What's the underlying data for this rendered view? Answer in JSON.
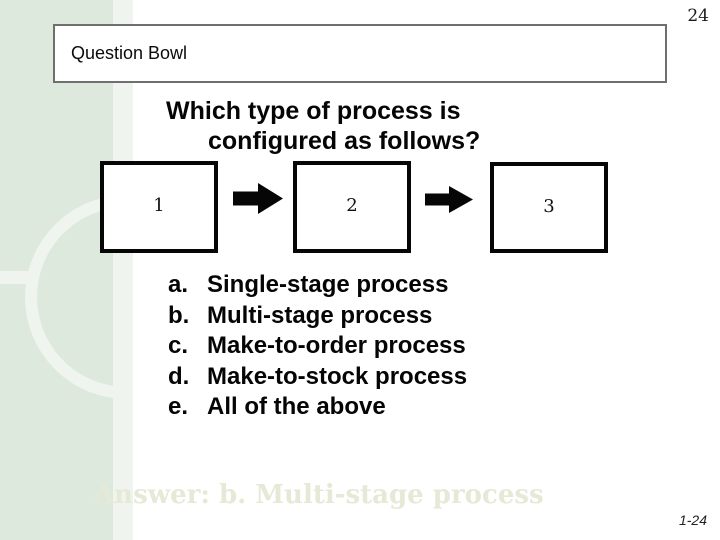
{
  "slide": {
    "number_top_right": "24",
    "footer_page": "1-24"
  },
  "title_bar": {
    "label": "Question Bowl"
  },
  "question": {
    "line1": "Which type of process is",
    "line2": "configured as follows?"
  },
  "diagram": {
    "description": "three-stage process flow",
    "stages": [
      {
        "label": "1"
      },
      {
        "label": "2"
      },
      {
        "label": "3"
      }
    ],
    "connector_icon": "right-arrow"
  },
  "options": [
    {
      "letter": "a.",
      "text": "Single-stage process"
    },
    {
      "letter": "b.",
      "text": "Multi-stage process"
    },
    {
      "letter": "c.",
      "text": "Make-to-order process"
    },
    {
      "letter": "d.",
      "text": "Make-to-stock process"
    },
    {
      "letter": "e.",
      "text": "All of the above"
    }
  ],
  "answer": {
    "text": "Answer: b. Multi-stage process"
  },
  "colors": {
    "sidebar": "#dee9de",
    "sidebar_accent": "#eff5ee",
    "answer_text": "#e5e9d6",
    "body_text": "#050505",
    "title_box_border": "#6f6f6f"
  }
}
